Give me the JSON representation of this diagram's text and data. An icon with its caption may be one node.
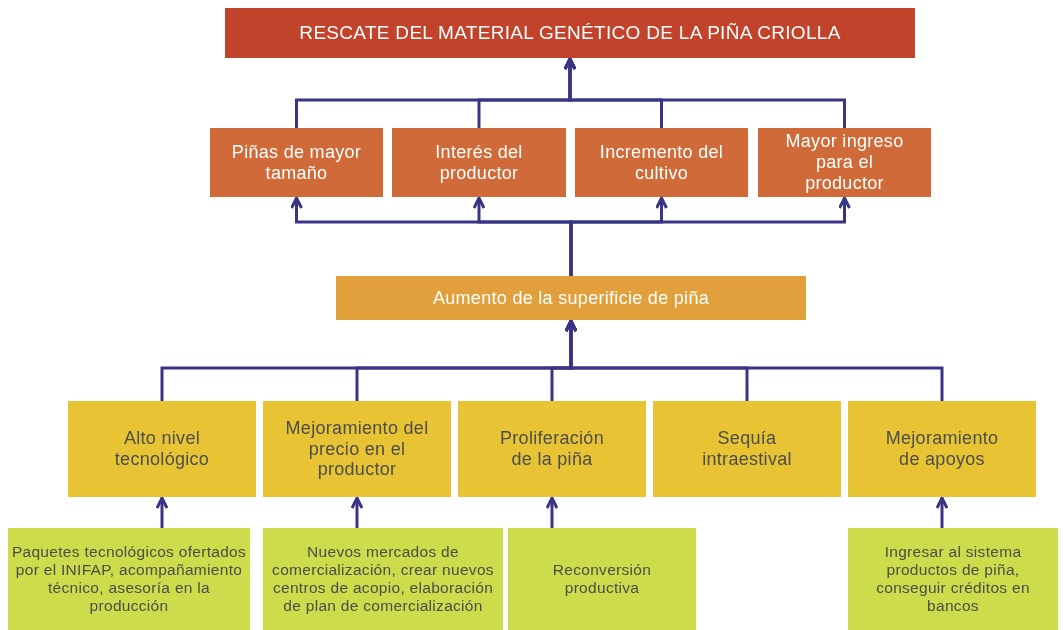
{
  "diagram": {
    "nodes": [
      {
        "text": [
          "RESCATE DEL MATERIAL GENÉTICO DE LA PIÑA CRIOLLA"
        ]
      },
      {
        "text": [
          "Piñas de mayor tamaño"
        ]
      },
      {
        "text": [
          "Interés del productor"
        ]
      },
      {
        "text": [
          "Incremento del cultivo"
        ]
      },
      {
        "text": [
          "Mayor ingreso para el productor"
        ]
      },
      {
        "text": [
          "Aumento de la superificie de piña"
        ]
      },
      {
        "text": [
          "Alto nivel tecnológico"
        ]
      },
      {
        "text": [
          "Mejoramiento del precio en el productor"
        ]
      },
      {
        "text": [
          "Proliferación de la piña"
        ]
      },
      {
        "text": [
          "Sequía intraestival"
        ]
      },
      {
        "text": [
          "Mejoramiento de apoyos"
        ]
      },
      {
        "text": [
          "Paquetes tecnológicos ofertados por el INIFAP, acompañamiento técnico, asesoría en la producción"
        ]
      },
      {
        "text": [
          "Nuevos mercados de comercialización, crear nuevos centros de acopio, elaboración de plan de comercialización"
        ]
      },
      {
        "text": [
          "Reconversión productiva"
        ]
      },
      {
        "text": [
          "Ingresar al sistema productos de piña, conseguir créditos en bancos"
        ]
      }
    ],
    "edges": [
      {
        "from": 1,
        "to": 0,
        "arrow": "to"
      },
      {
        "from": 2,
        "to": 0,
        "arrow": "to"
      },
      {
        "from": 3,
        "to": 0,
        "arrow": "to"
      },
      {
        "from": 4,
        "to": 0,
        "arrow": "to"
      },
      {
        "from": 5,
        "to": 1,
        "arrow": "to"
      },
      {
        "from": 5,
        "to": 2,
        "arrow": "to"
      },
      {
        "from": 5,
        "to": 3,
        "arrow": "to"
      },
      {
        "from": 5,
        "to": 4,
        "arrow": "to"
      },
      {
        "from": 6,
        "to": 5,
        "arrow": "to"
      },
      {
        "from": 7,
        "to": 5,
        "arrow": "to"
      },
      {
        "from": 8,
        "to": 5,
        "arrow": "to"
      },
      {
        "from": 9,
        "to": 5,
        "arrow": "to"
      },
      {
        "from": 10,
        "to": 5,
        "arrow": "to"
      },
      {
        "from": 11,
        "to": 6,
        "arrow": "to"
      },
      {
        "from": 12,
        "to": 7,
        "arrow": "to"
      },
      {
        "from": 13,
        "to": 8,
        "arrow": "to"
      },
      {
        "from": 14,
        "to": 10,
        "arrow": "to"
      }
    ]
  }
}
